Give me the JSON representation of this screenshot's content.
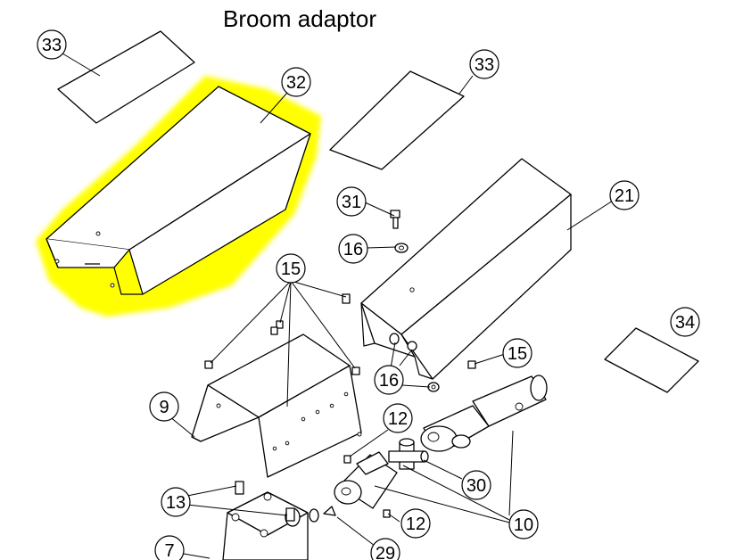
{
  "title": "Broom adaptor",
  "highlight_color": "#ffff00",
  "callouts": [
    "33",
    "32",
    "33",
    "31",
    "16",
    "21",
    "15",
    "34",
    "15",
    "16",
    "9",
    "12",
    "30",
    "13",
    "12",
    "10",
    "7",
    "29"
  ]
}
